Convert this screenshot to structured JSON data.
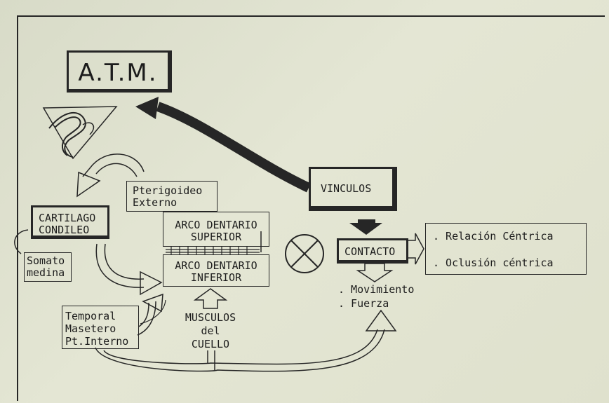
{
  "title": "A.T.M.",
  "boxes": {
    "vinculos": "VINCULOS",
    "contacto": "CONTACTO",
    "cartilago": "CARTILAGO\nCONDILEO",
    "somato": "Somato\nmedina",
    "pterigoideo": "Pterigoideo\nExterno",
    "arco_superior": "ARCO DENTARIO\nSUPERIOR",
    "arco_inferior": "ARCO DENTARIO\nINFERIOR",
    "temporal": "Temporal\nMasetero\nPt.Interno"
  },
  "relacion_list": [
    ". Relación Céntrica",
    ". Oclusión céntrica"
  ],
  "contacto_effects": [
    ". Movimiento",
    ". Fuerza"
  ],
  "musculos_cuello": "MUSCULOS\ndel\nCUELLO",
  "colors": {
    "ink": "#262626",
    "paper": "#e1e3d0"
  }
}
